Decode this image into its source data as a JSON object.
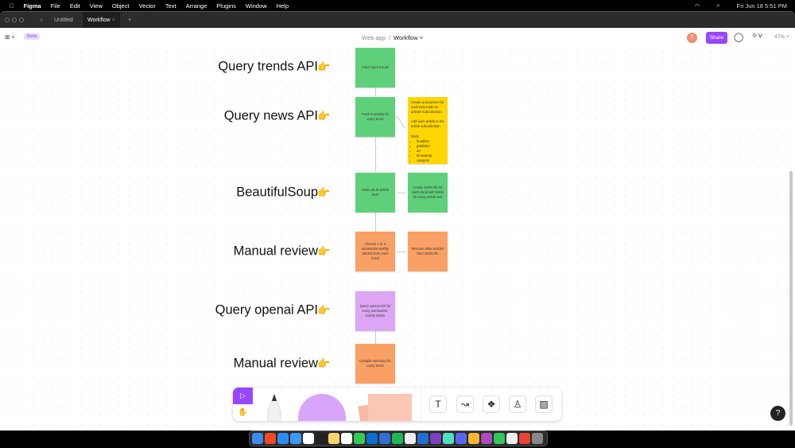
{
  "menubar": {
    "app": "Figma",
    "items": [
      "File",
      "Edit",
      "View",
      "Object",
      "Vector",
      "Text",
      "Arrange",
      "Plugins",
      "Window",
      "Help"
    ],
    "datetime": "Fri Jun 18  5:51 PM"
  },
  "tabs": [
    {
      "label": "Untitled"
    },
    {
      "label": "Workflow",
      "close": "×"
    }
  ],
  "toolbar": {
    "beta": "Beta",
    "breadcrumb_parent": "Web app",
    "breadcrumb_sep": "/",
    "file_name": "Workflow",
    "avatar_initial": "B",
    "share": "Share",
    "zoom": "47%"
  },
  "labels": [
    "Query trends API",
    "Query news API",
    "BeautifulSoup",
    "Manual review",
    "Query openai API",
    "Manual review"
  ],
  "emoji": "👉",
  "stickies": {
    "s1": "Fetch top 5 trends",
    "s2": "Fetch 5 articles for every trend",
    "yellow": {
      "p1": "Create a document for each trend with an articles subcollection",
      "p2": "Add each article to the article subcollection",
      "fields_label": "fields",
      "fields": [
        "headline",
        "publisher",
        "url",
        "timestamp",
        "category"
      ]
    },
    "s3": "Clean all 25 article texts",
    "s3r": "Create JSON file for each trend with fields for every article text",
    "s4": "Choose 1 or 2 summarize-worthy articles from each trend",
    "s4r": "Remove other articles from JSON file",
    "s5": "Query openai API for every summarize-worthy article",
    "s6": "Compile summary for every trend"
  },
  "help": "?",
  "colors": {
    "green": "#5fd07a",
    "orange": "#f9a064",
    "purple": "#dca6f5",
    "yellow": "#ffd600",
    "accent": "#9747ff"
  }
}
